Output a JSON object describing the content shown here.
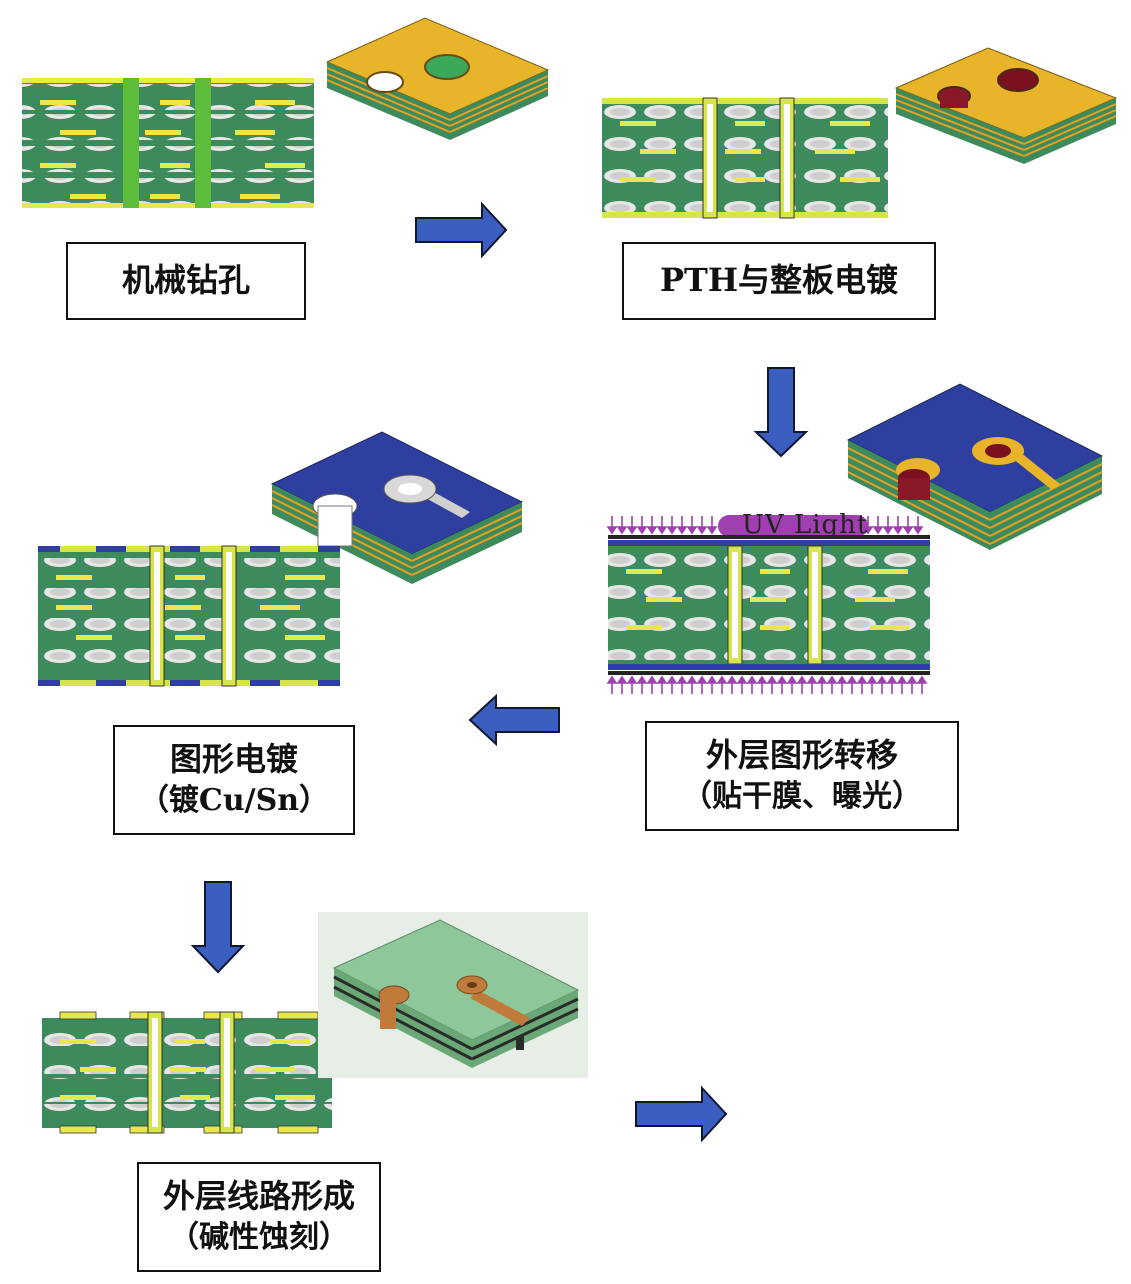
{
  "colors": {
    "substrate": "#3d8a5c",
    "copper_inner": "#e8e84a",
    "plated": "#d6e64a",
    "drill_green": "#5bbd3a",
    "photoresist": "#2f3fa0",
    "board_top_gold": "#e8b42a",
    "uv_arrow": "#a040b0",
    "flow_arrow": "#3b5fc0",
    "flow_arrow_border": "#101830"
  },
  "steps": [
    {
      "id": "mechanical-drilling",
      "line1": "机械钻孔",
      "line2": ""
    },
    {
      "id": "pth-panel-plating",
      "line1": "PTH与整板电镀",
      "line2": ""
    },
    {
      "id": "outer-layer-pattern-transfer",
      "line1": "外层图形转移",
      "line2": "（贴干膜、曝光）"
    },
    {
      "id": "pattern-plating",
      "line1": "图形电镀",
      "line2": "（镀Cu/Sn）"
    },
    {
      "id": "outer-layer-circuit-formation",
      "line1": "外层线路形成",
      "line2": "（碱性蚀刻）"
    }
  ],
  "uv_label": "UV Light",
  "arrows": [
    {
      "id": "drill-to-pth",
      "direction": "right"
    },
    {
      "id": "pth-to-transfer",
      "direction": "down"
    },
    {
      "id": "transfer-to-plating",
      "direction": "left"
    },
    {
      "id": "plating-to-etch",
      "direction": "down"
    },
    {
      "id": "etch-to-next",
      "direction": "right"
    }
  ]
}
